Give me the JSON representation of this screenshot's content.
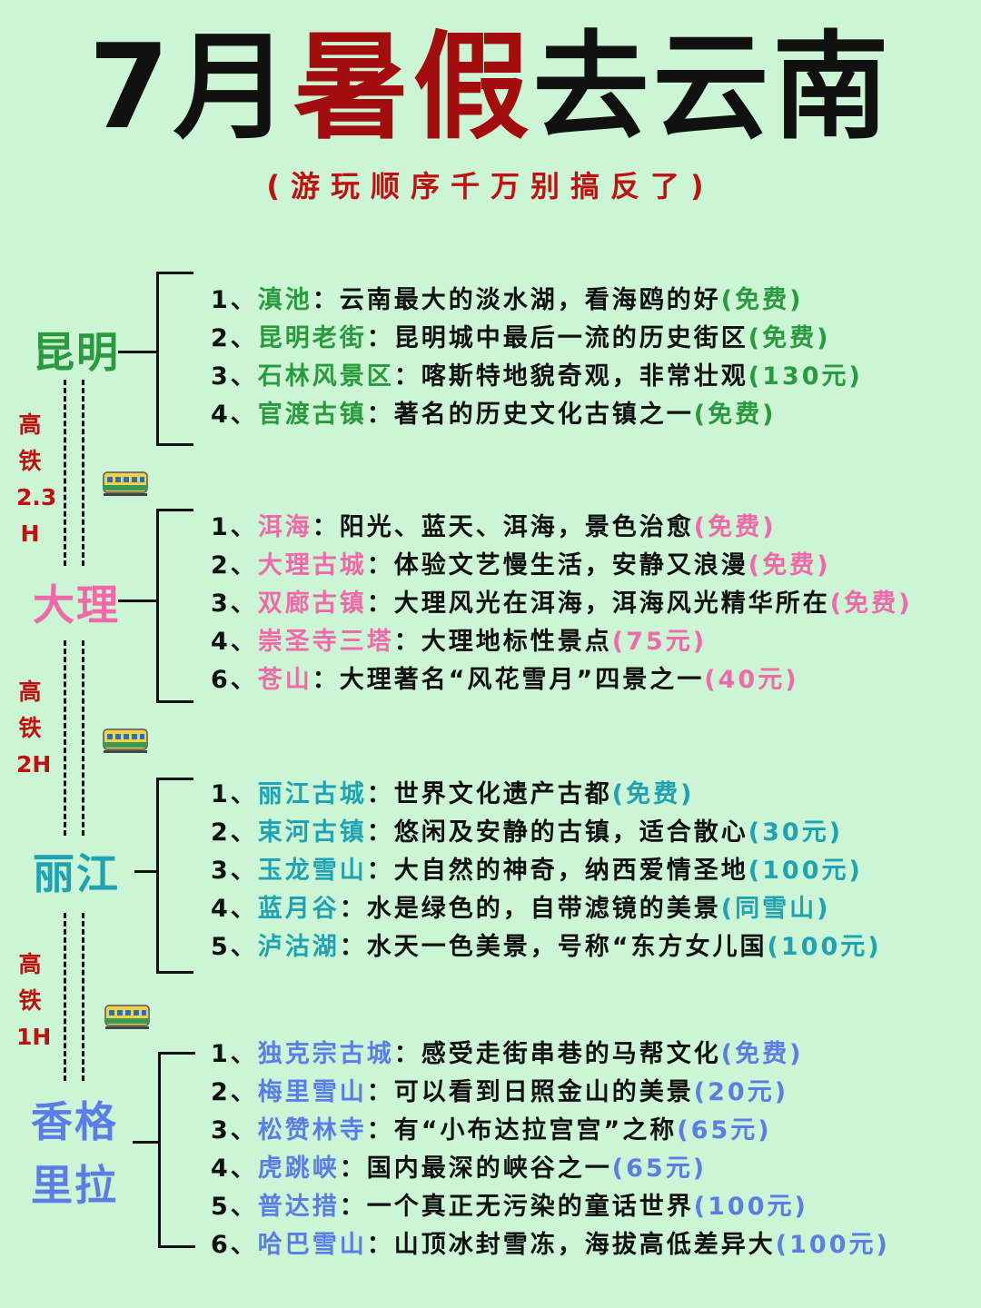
{
  "title": {
    "prefix": "7月",
    "highlight": "暑假",
    "suffix": "去云南"
  },
  "subtitle": "(游玩顺序千万别搞反了)",
  "cities": [
    {
      "name": "昆明",
      "color": "#2a9a3e",
      "items": [
        {
          "num": "1、",
          "place": "滇池",
          "desc": "：云南最大的淡水湖，看海鸥的好",
          "price": "(免费)"
        },
        {
          "num": "2、",
          "place": "昆明老街",
          "desc": "：昆明城中最后一流的历史街区",
          "price": "(免费)"
        },
        {
          "num": "3、",
          "place": "石林风景区",
          "desc": "：喀斯特地貌奇观，非常壮观",
          "price": "(130元)"
        },
        {
          "num": "4、",
          "place": "官渡古镇",
          "desc": "：著名的历史文化古镇之一",
          "price": "(免费)"
        }
      ]
    },
    {
      "name": "大理",
      "color": "#f06aa9",
      "items": [
        {
          "num": "1、",
          "place": "洱海",
          "desc": "：阳光、蓝天、洱海，景色治愈",
          "price": "(免费)"
        },
        {
          "num": "2、",
          "place": "大理古城",
          "desc": "：体验文艺慢生活，安静又浪漫",
          "price": "(免费)"
        },
        {
          "num": "3、",
          "place": "双廊古镇",
          "desc": "：大理风光在洱海，洱海风光精华所在",
          "price": "(免费)"
        },
        {
          "num": "4、",
          "place": "崇圣寺三塔",
          "desc": "：大理地标性景点",
          "price": "(75元)"
        },
        {
          "num": "6、",
          "place": "苍山",
          "desc": "：大理著名“风花雪月”四景之一",
          "price": "(40元)"
        }
      ]
    },
    {
      "name": "丽江",
      "color": "#1fa3b2",
      "items": [
        {
          "num": "1、",
          "place": "丽江古城",
          "desc": "：世界文化遗产古都",
          "price": "(免费)"
        },
        {
          "num": "2、",
          "place": "束河古镇",
          "desc": "：悠闲及安静的古镇，适合散心",
          "price": "(30元)"
        },
        {
          "num": "3、",
          "place": "玉龙雪山",
          "desc": "：大自然的神奇，纳西爱情圣地",
          "price": "(100元)"
        },
        {
          "num": "4、",
          "place": "蓝月谷",
          "desc": "：水是绿色的，自带滤镜的美景",
          "price": "(同雪山)"
        },
        {
          "num": "5、",
          "place": "泸沽湖",
          "desc": "：水天一色美景，号称“东方女儿国",
          "price": "(100元)"
        }
      ]
    },
    {
      "name": "香格里拉",
      "name_line1": "香格",
      "name_line2": "里拉",
      "color": "#5b7de8",
      "items": [
        {
          "num": "1、",
          "place": "独克宗古城",
          "desc": "：感受走街串巷的马帮文化",
          "price": "(免费)"
        },
        {
          "num": "2、",
          "place": "梅里雪山",
          "desc": "：可以看到日照金山的美景",
          "price": "(20元)"
        },
        {
          "num": "3、",
          "place": "松赞林寺",
          "desc": "：有“小布达拉宫宫”之称",
          "price": "(65元)"
        },
        {
          "num": "4、",
          "place": "虎跳峡",
          "desc": "：国内最深的峡谷之一",
          "price": "(65元)"
        },
        {
          "num": "5、",
          "place": "普达措",
          "desc": "：一个真正无污染的童话世界",
          "price": "(100元)"
        },
        {
          "num": "6、",
          "place": "哈巴雪山",
          "desc": "：山顶冰封雪冻，海拔高低差异大",
          "price": "(100元)"
        }
      ]
    }
  ],
  "transits": [
    {
      "lines": [
        "高",
        "铁",
        "2.3",
        "H"
      ],
      "icon": "train-icon"
    },
    {
      "lines": [
        "高",
        "铁",
        "2H"
      ],
      "icon": "train-icon"
    },
    {
      "lines": [
        "高",
        "铁",
        "1H"
      ],
      "icon": "train-icon"
    }
  ]
}
